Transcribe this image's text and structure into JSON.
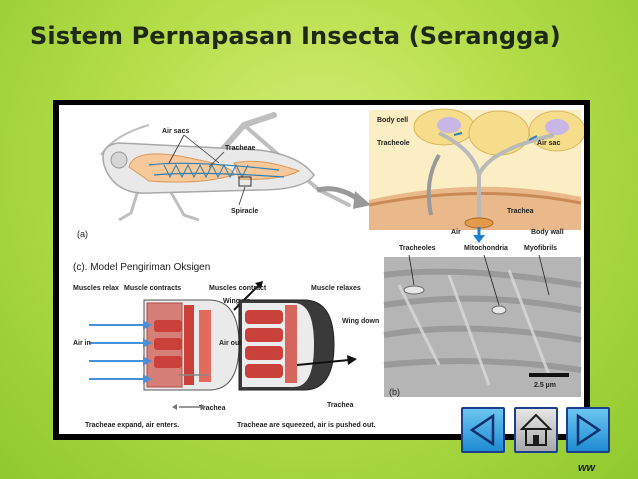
{
  "slide": {
    "title": "Sistem Pernapasan Insecta (Serangga)",
    "background_color": "#b6de4a",
    "title_color": "#1f2a16"
  },
  "figure": {
    "panel_a": {
      "label": "(a)",
      "air_sacs": "Air sacs",
      "tracheae": "Tracheae",
      "spiracle": "Spiracle"
    },
    "zoom": {
      "body_cell": "Body cell",
      "tracheole": "Tracheole",
      "air_sac": "Air sac",
      "trachea": "Trachea",
      "air": "Air",
      "body_wall": "Body wall"
    },
    "panel_b": {
      "label": "(b)",
      "tracheoles": "Tracheoles",
      "mitochondria": "Mitochondria",
      "myofibrils": "Myofibrils",
      "scale": "2.5 µm"
    },
    "panel_c": {
      "title": "(c). Model Pengiriman Oksigen",
      "left": {
        "muscles_relax": "Muscles relax",
        "muscle_contracts": "Muscle contracts",
        "wing_up": "Wing up",
        "air_in": "Air in",
        "trachea": "Trachea",
        "caption": "Tracheae expand, air enters."
      },
      "right": {
        "muscles_contract": "Muscles contract",
        "muscle_relaxes": "Muscle relaxes",
        "wing_down": "Wing down",
        "air_out": "Air out",
        "trachea": "Trachea",
        "caption": "Tracheae are squeezed, air is pushed out."
      }
    }
  },
  "navigation": {
    "prev_icon": "left-triangle-icon",
    "home_icon": "home-icon",
    "next_icon": "right-triangle-icon"
  },
  "logo_text": "ww"
}
